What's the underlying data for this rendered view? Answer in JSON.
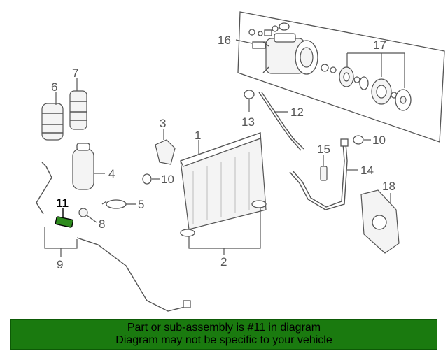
{
  "diagram": {
    "callouts": [
      {
        "id": "c1",
        "label": "1"
      },
      {
        "id": "c2",
        "label": "2"
      },
      {
        "id": "c3",
        "label": "3"
      },
      {
        "id": "c4",
        "label": "4"
      },
      {
        "id": "c5",
        "label": "5"
      },
      {
        "id": "c6",
        "label": "6"
      },
      {
        "id": "c7",
        "label": "7"
      },
      {
        "id": "c8",
        "label": "8"
      },
      {
        "id": "c9",
        "label": "9"
      },
      {
        "id": "c10a",
        "label": "10"
      },
      {
        "id": "c10b",
        "label": "10"
      },
      {
        "id": "c11",
        "label": "11"
      },
      {
        "id": "c12",
        "label": "12"
      },
      {
        "id": "c13",
        "label": "13"
      },
      {
        "id": "c14",
        "label": "14"
      },
      {
        "id": "c15",
        "label": "15"
      },
      {
        "id": "c16",
        "label": "16"
      },
      {
        "id": "c17",
        "label": "17"
      },
      {
        "id": "c18",
        "label": "18"
      }
    ],
    "highlighted_part": "11",
    "highlight_color": "#2e8b1e"
  },
  "banner": {
    "line1": "Part or sub-assembly is #11 in diagram",
    "line2": "Diagram may not be specific to your vehicle",
    "background_color": "#1a7a0f"
  }
}
